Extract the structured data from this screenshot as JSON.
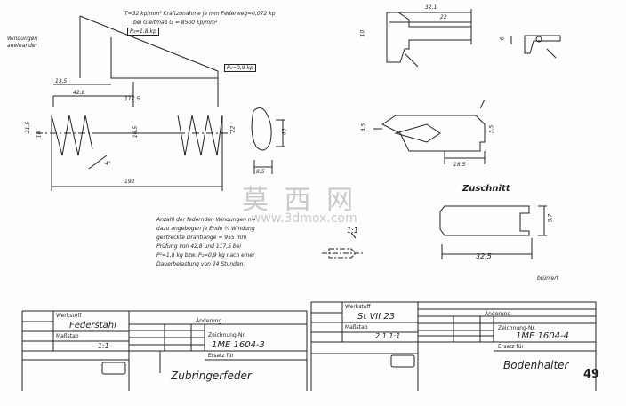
{
  "spring_notes": {
    "line1": "T=32 kp/mm²   Kraftzunahme je mm Federweg=0,072 kp",
    "line2": "bei Gleitmaß  G = 8500 kp/mm²",
    "force_high": "P₂=1,8 kp",
    "force_low": "P₁=0,9 kp",
    "windings_label": "Windungen aneinander"
  },
  "spring_dims": {
    "d135": "13,5",
    "d42": "42,8",
    "d117": "117,5",
    "d192": "192",
    "d215": "21,5",
    "d18": "18",
    "d165": "16,5",
    "d22": "22",
    "d85": "8,5",
    "d40": "40",
    "angle": "4°"
  },
  "spring_text": {
    "l1": "Anzahl der federnden Windungen n=",
    "l2": "dazu angebogen je Ende ¾ Windung",
    "l3": "gestreckte Drahtlänge ≈ 955 mm",
    "l4": "Prüfung von 42,8 und 117,5 bei",
    "l5": "P¹=1,8 kg  bzw.  P₂=0,9 kg nach einer",
    "l6": "Dauerbelastung von 24 Stunden."
  },
  "bracket_dims": {
    "d321": "32,1",
    "d22": "22",
    "d10": "10",
    "d6": "6",
    "d185": "18,5",
    "d45": "4,5",
    "d35": "3,5",
    "d97": "9,7",
    "d325": "32,5",
    "d1": "1:1"
  },
  "zuschnitt": "Zuschnitt",
  "bruniert": "brüniert",
  "watermark": {
    "cn": "莫 西 网",
    "url": "www.3dmox.com"
  },
  "title_left": {
    "werkstoff_label": "Werkstoff",
    "werkstoff": "Federstahl",
    "massstab_label": "Maßstab",
    "massstab": "1:1",
    "aenderung": "Änderung",
    "zeichnung_label": "Zeichnung-Nr.",
    "zeichnung": "1ME 1604-3",
    "ersatz": "Ersatz für",
    "name": "Zubringerfeder"
  },
  "title_right": {
    "werkstoff_label": "Werkstoff",
    "werkstoff": "St VII 23",
    "massstab_label": "Maßstab",
    "massstab": "2:1 1:1",
    "aenderung": "Änderung",
    "zeichnung_label": "Zeichnung-Nr.",
    "zeichnung": "1ME 1604-4",
    "ersatz": "Ersatz für",
    "name": "Bodenhalter",
    "page": "49"
  }
}
